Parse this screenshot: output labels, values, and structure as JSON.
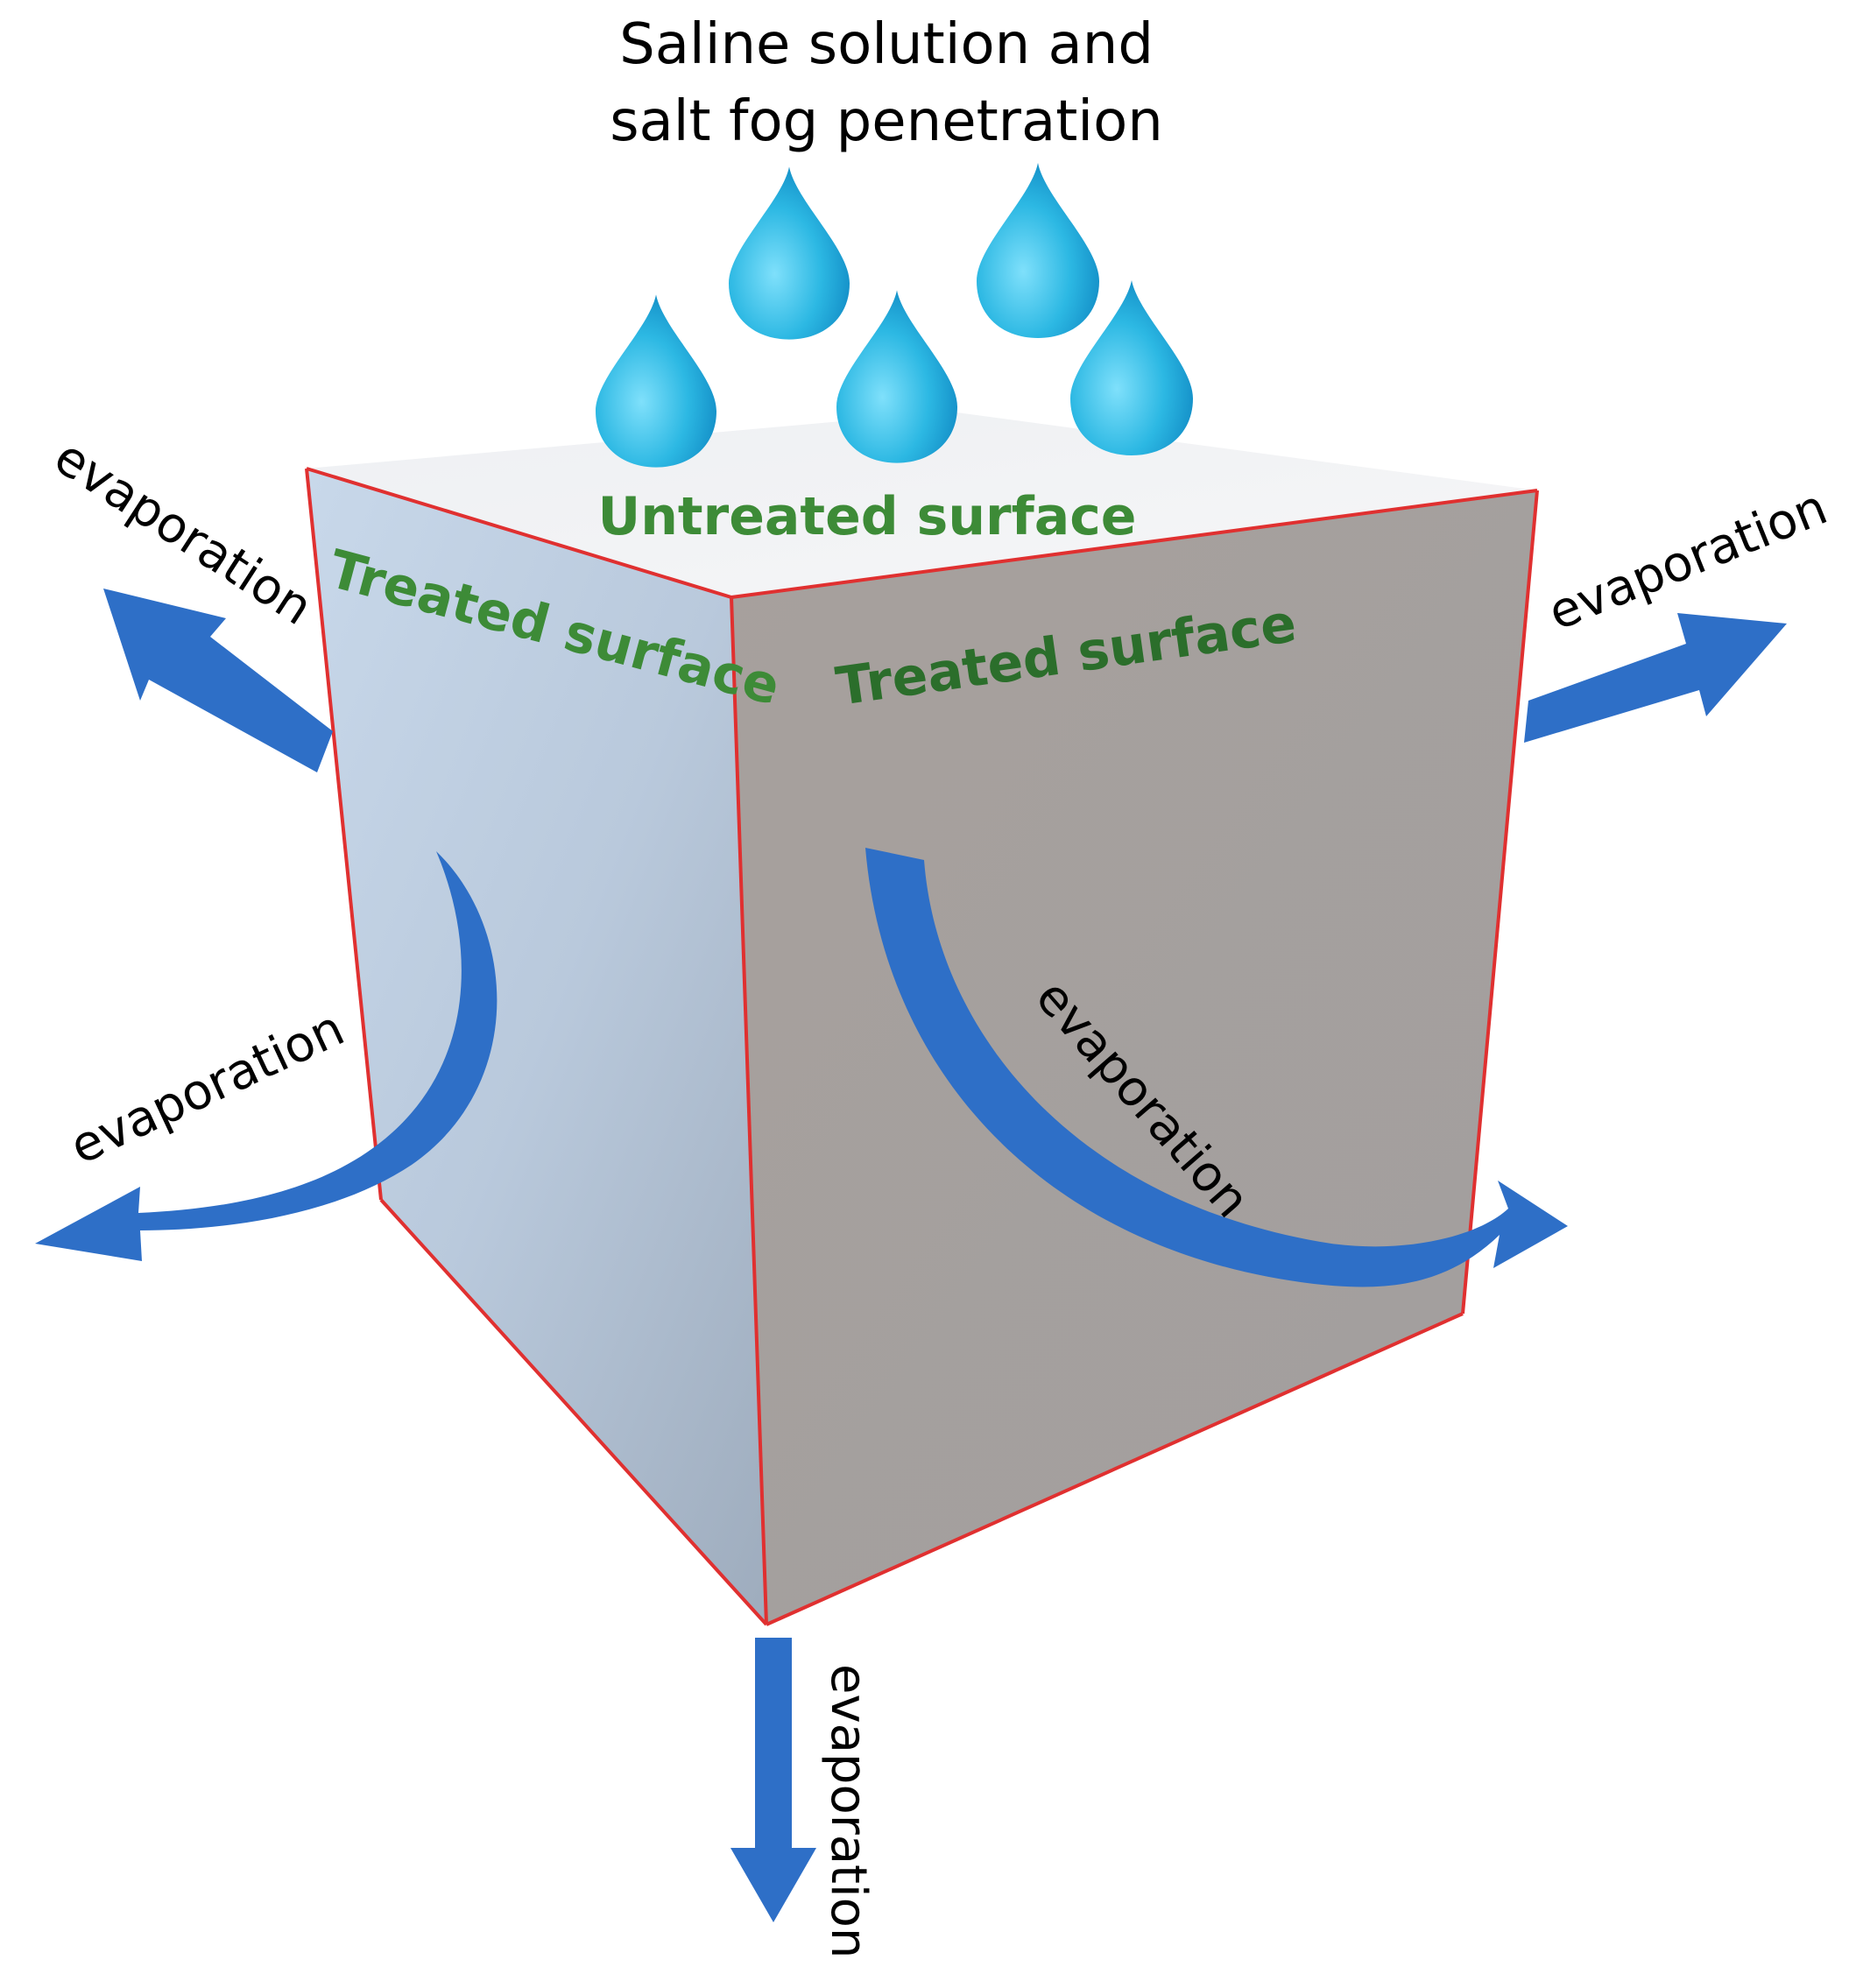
{
  "title": {
    "line1": "Saline solution and",
    "line2": "salt fog penetration"
  },
  "faces": {
    "top": "Untreated surface",
    "left": "Treated surface",
    "right": "Treated surface"
  },
  "evaporation_labels": {
    "upper_left": "evaporation",
    "upper_right": "evaporation",
    "middle_left": "evaporation",
    "middle_right": "evaporation",
    "bottom": "evaporation"
  },
  "colors": {
    "label_green": "#3d8b37",
    "arrow_blue": "#2e6fc7",
    "drop_blue": "#26b5e0",
    "cube_edge": "#e03030",
    "left_face": "#c3d3e3",
    "right_face": "#a6a09f",
    "top_face": "#f3f4f6"
  },
  "icons": {
    "drop": "water-drop-icon",
    "arrow": "arrow-icon"
  }
}
